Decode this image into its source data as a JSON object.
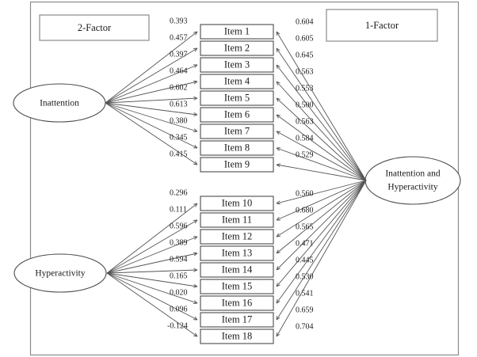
{
  "figure": {
    "title_left": "2-Factor",
    "title_right": "1-Factor"
  },
  "factors": {
    "left_top": "Inattention",
    "left_bottom": "Hyperactivity",
    "right_line1": "Inattention  and",
    "right_line2": "Hyperactivity"
  },
  "items": [
    {
      "label": "Item 1",
      "left_loading": "0.393",
      "right_loading": "0.604"
    },
    {
      "label": "Item 2",
      "left_loading": "0.457",
      "right_loading": "0.605"
    },
    {
      "label": "Item 3",
      "left_loading": "0.397",
      "right_loading": "0.645"
    },
    {
      "label": "Item 4",
      "left_loading": "0.464",
      "right_loading": "0.563"
    },
    {
      "label": "Item 5",
      "left_loading": "0.602",
      "right_loading": "0.553"
    },
    {
      "label": "Item 6",
      "left_loading": "0.613",
      "right_loading": "0.500"
    },
    {
      "label": "Item 7",
      "left_loading": "0.380",
      "right_loading": "0.563"
    },
    {
      "label": "Item 8",
      "left_loading": "0.345",
      "right_loading": "0.584"
    },
    {
      "label": "Item 9",
      "left_loading": "0.415",
      "right_loading": "0.529"
    },
    {
      "label": "Item 10",
      "left_loading": "0.296",
      "right_loading": "0.560"
    },
    {
      "label": "Item 11",
      "left_loading": "0.111",
      "right_loading": "0.680"
    },
    {
      "label": "Item 12",
      "left_loading": "0.596",
      "right_loading": "0.565"
    },
    {
      "label": "Item 13",
      "left_loading": "0.389",
      "right_loading": "0.471"
    },
    {
      "label": "Item 14",
      "left_loading": "0.594",
      "right_loading": "0.445"
    },
    {
      "label": "Item 15",
      "left_loading": "0.165",
      "right_loading": "0.530"
    },
    {
      "label": "Item 16",
      "left_loading": "0.020",
      "right_loading": "0.541"
    },
    {
      "label": "Item 17",
      "left_loading": "0.096",
      "right_loading": "0.659"
    },
    {
      "label": "Item 18",
      "left_loading": "-0.124",
      "right_loading": "0.704"
    }
  ],
  "chart_data": {
    "type": "diagram",
    "diagram_kind": "sem-path-diagram",
    "title": "2-Factor vs 1-Factor CFA standardized factor loadings",
    "latent_variables": [
      "Inattention",
      "Hyperactivity",
      "Inattention and Hyperactivity"
    ],
    "observed_variables": [
      "Item 1",
      "Item 2",
      "Item 3",
      "Item 4",
      "Item 5",
      "Item 6",
      "Item 7",
      "Item 8",
      "Item 9",
      "Item 10",
      "Item 11",
      "Item 12",
      "Item 13",
      "Item 14",
      "Item 15",
      "Item 16",
      "Item 17",
      "Item 18"
    ],
    "series": [
      {
        "name": "2-Factor: Inattention",
        "indicators": [
          "Item 1",
          "Item 2",
          "Item 3",
          "Item 4",
          "Item 5",
          "Item 6",
          "Item 7",
          "Item 8",
          "Item 9"
        ],
        "values": [
          0.393,
          0.457,
          0.397,
          0.464,
          0.602,
          0.613,
          0.38,
          0.345,
          0.415
        ]
      },
      {
        "name": "2-Factor: Hyperactivity",
        "indicators": [
          "Item 10",
          "Item 11",
          "Item 12",
          "Item 13",
          "Item 14",
          "Item 15",
          "Item 16",
          "Item 17",
          "Item 18"
        ],
        "values": [
          0.296,
          0.111,
          0.596,
          0.389,
          0.594,
          0.165,
          0.02,
          0.096,
          -0.124
        ]
      },
      {
        "name": "1-Factor: Inattention and Hyperactivity",
        "indicators": [
          "Item 1",
          "Item 2",
          "Item 3",
          "Item 4",
          "Item 5",
          "Item 6",
          "Item 7",
          "Item 8",
          "Item 9",
          "Item 10",
          "Item 11",
          "Item 12",
          "Item 13",
          "Item 14",
          "Item 15",
          "Item 16",
          "Item 17",
          "Item 18"
        ],
        "values": [
          0.604,
          0.605,
          0.645,
          0.563,
          0.553,
          0.5,
          0.563,
          0.584,
          0.529,
          0.56,
          0.68,
          0.565,
          0.471,
          0.445,
          0.53,
          0.541,
          0.659,
          0.704
        ]
      }
    ]
  }
}
